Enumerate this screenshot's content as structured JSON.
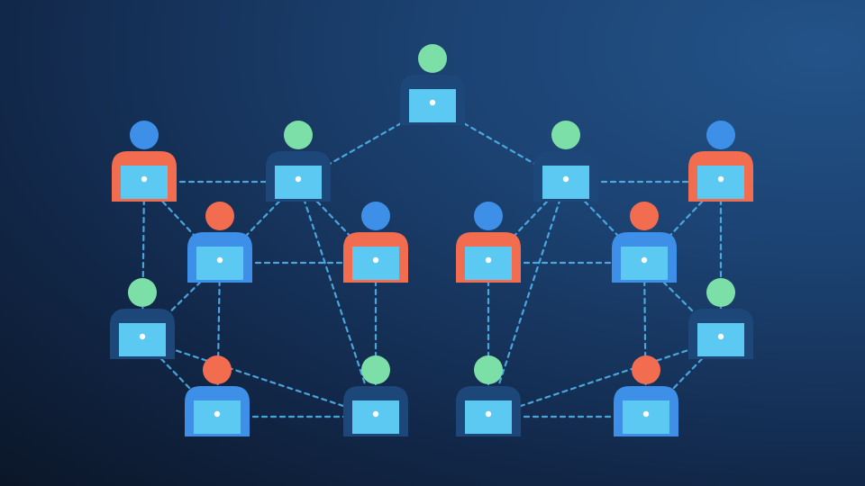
{
  "colors": {
    "background_dark": "#0b1628",
    "background_light": "#235389",
    "head_green": "#7ddfa8",
    "head_blue": "#3d8fe8",
    "head_orange": "#f26c50",
    "body_navy": "#1d4679",
    "body_orange": "#f26c50",
    "body_blue": "#3d8fe8",
    "laptop": "#5cc9f2",
    "laptop_dot": "#ffffff",
    "link": "#4fb3ea"
  },
  "people": [
    {
      "id": "p-top-center",
      "head": "head_green",
      "body": "body_navy"
    },
    {
      "id": "p-left-1",
      "head": "head_blue",
      "body": "body_orange"
    },
    {
      "id": "p-left-2",
      "head": "head_green",
      "body": "body_navy"
    },
    {
      "id": "p-right-1",
      "head": "head_green",
      "body": "body_navy"
    },
    {
      "id": "p-right-2",
      "head": "head_blue",
      "body": "body_orange"
    },
    {
      "id": "p-left-3",
      "head": "head_orange",
      "body": "body_blue"
    },
    {
      "id": "p-left-4",
      "head": "head_blue",
      "body": "body_orange"
    },
    {
      "id": "p-right-3",
      "head": "head_blue",
      "body": "body_orange"
    },
    {
      "id": "p-right-4",
      "head": "head_orange",
      "body": "body_blue"
    },
    {
      "id": "p-left-5",
      "head": "head_green",
      "body": "body_navy"
    },
    {
      "id": "p-right-5",
      "head": "head_green",
      "body": "body_navy"
    },
    {
      "id": "p-left-6",
      "head": "head_orange",
      "body": "body_blue"
    },
    {
      "id": "p-left-7",
      "head": "head_green",
      "body": "body_navy"
    },
    {
      "id": "p-right-6",
      "head": "head_green",
      "body": "body_navy"
    },
    {
      "id": "p-right-7",
      "head": "head_orange",
      "body": "body_blue"
    }
  ],
  "links": [
    [
      "p-top-center",
      "p-left-2"
    ],
    [
      "p-top-center",
      "p-right-1"
    ],
    [
      "p-left-1",
      "p-left-2"
    ],
    [
      "p-left-1",
      "p-left-5"
    ],
    [
      "p-left-1",
      "p-left-3"
    ],
    [
      "p-left-2",
      "p-left-3"
    ],
    [
      "p-left-2",
      "p-left-4"
    ],
    [
      "p-left-2",
      "p-left-7"
    ],
    [
      "p-left-3",
      "p-left-4"
    ],
    [
      "p-left-3",
      "p-left-5"
    ],
    [
      "p-left-3",
      "p-left-6"
    ],
    [
      "p-left-4",
      "p-left-7"
    ],
    [
      "p-left-5",
      "p-left-6"
    ],
    [
      "p-left-5",
      "p-left-7"
    ],
    [
      "p-left-6",
      "p-left-7"
    ],
    [
      "p-right-1",
      "p-right-3"
    ],
    [
      "p-right-1",
      "p-right-4"
    ],
    [
      "p-right-1",
      "p-right-2"
    ],
    [
      "p-right-1",
      "p-right-6"
    ],
    [
      "p-right-2",
      "p-right-4"
    ],
    [
      "p-right-2",
      "p-right-5"
    ],
    [
      "p-right-3",
      "p-right-4"
    ],
    [
      "p-right-3",
      "p-right-6"
    ],
    [
      "p-right-4",
      "p-right-5"
    ],
    [
      "p-right-4",
      "p-right-7"
    ],
    [
      "p-right-5",
      "p-right-7"
    ],
    [
      "p-right-5",
      "p-right-6"
    ],
    [
      "p-right-6",
      "p-right-7"
    ]
  ]
}
